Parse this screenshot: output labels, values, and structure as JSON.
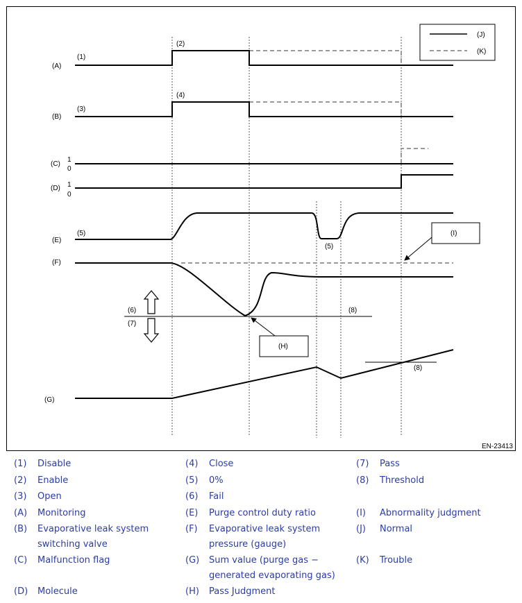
{
  "diagram": {
    "row_labels": {
      "A": "(A)",
      "B": "(B)",
      "C": "(C)",
      "D": "(D)",
      "E": "(E)",
      "F": "(F)",
      "G": "(G)"
    },
    "callouts": {
      "n1": "(1)",
      "n2": "(2)",
      "n3": "(3)",
      "n4": "(4)",
      "n5a": "(5)",
      "n5b": "(5)",
      "n6": "(6)",
      "n7": "(7)",
      "n8a": "(8)",
      "n8b": "(8)",
      "H": "(H)",
      "I": "(I)"
    },
    "flag_levels": {
      "c_one": "1",
      "c_zero": "0",
      "d_one": "1",
      "d_zero": "0"
    },
    "legend_key": {
      "solid_label": "(J)",
      "dashed_label": "(K)"
    },
    "figure_id": "EN-23413",
    "colors": {
      "normal_line": "#000000",
      "trouble_line": "#999999",
      "legend_text": "#2c3ca6"
    }
  },
  "legend": [
    {
      "code": "(1)",
      "text": "Disable"
    },
    {
      "code": "(2)",
      "text": "Enable"
    },
    {
      "code": "(3)",
      "text": "Open"
    },
    {
      "code": "(A)",
      "text": "Monitoring"
    },
    {
      "code": "(B)",
      "text": "Evaporative leak system",
      "text2": "switching valve"
    },
    {
      "code": "(C)",
      "text": "Malfunction flag"
    },
    {
      "code": "(D)",
      "text": "Molecule"
    },
    {
      "code": "(4)",
      "text": "Close"
    },
    {
      "code": "(5)",
      "text": "0%"
    },
    {
      "code": "(6)",
      "text": "Fail"
    },
    {
      "code": "(E)",
      "text": "Purge control duty ratio"
    },
    {
      "code": "(F)",
      "text": "Evaporative leak system",
      "text2": "pressure (gauge)"
    },
    {
      "code": "(G)",
      "text": "Sum value (purge gas −",
      "text2": "generated evaporating gas)"
    },
    {
      "code": "(H)",
      "text": "Pass Judgment"
    },
    {
      "code": "(7)",
      "text": "Pass"
    },
    {
      "code": "(8)",
      "text": "Threshold"
    },
    {
      "code": "(I)",
      "text": "Abnormality judgment"
    },
    {
      "code": "(J)",
      "text": "Normal"
    },
    {
      "code": "(K)",
      "text": "Trouble"
    }
  ]
}
